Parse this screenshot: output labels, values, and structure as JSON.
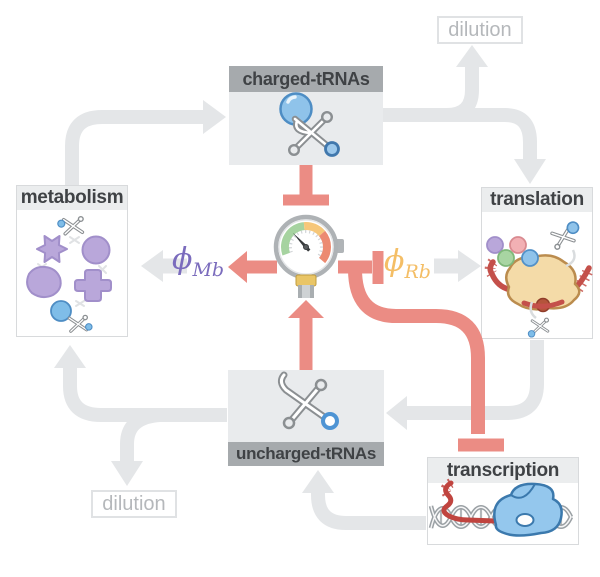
{
  "boxes": {
    "charged_trnas": {
      "label": "charged-tRNAs"
    },
    "metabolism": {
      "label": "metabolism"
    },
    "translation": {
      "label": "translation"
    },
    "uncharged_trnas": {
      "label": "uncharged-tRNAs"
    },
    "transcription": {
      "label": "transcription"
    }
  },
  "flow_labels": {
    "dilution_top": "dilution",
    "dilution_bottom": "dilution"
  },
  "flux_labels": {
    "phi_mb": {
      "symbol": "ϕ",
      "subscript": "Mb",
      "color": "#7b6cbd"
    },
    "phi_rb": {
      "symbol": "ϕ",
      "subscript": "Rb",
      "color": "#f4be66"
    }
  },
  "edges": [
    {
      "from": "metabolism",
      "to": "charged-tRNAs",
      "type": "flux"
    },
    {
      "from": "charged-tRNAs",
      "to": "dilution",
      "type": "flux"
    },
    {
      "from": "charged-tRNAs",
      "to": "translation",
      "type": "flux"
    },
    {
      "from": "translation",
      "to": "uncharged-tRNAs",
      "type": "flux"
    },
    {
      "from": "transcription",
      "to": "uncharged-tRNAs",
      "type": "flux"
    },
    {
      "from": "uncharged-tRNAs",
      "to": "metabolism",
      "type": "flux"
    },
    {
      "from": "uncharged-tRNAs",
      "to": "dilution",
      "type": "flux"
    },
    {
      "from": "charged-tRNAs",
      "to": "gauge",
      "type": "inhibition"
    },
    {
      "from": "uncharged-tRNAs",
      "to": "gauge",
      "type": "activation"
    },
    {
      "from": "gauge",
      "to": "phi_Mb",
      "type": "activation"
    },
    {
      "from": "gauge",
      "to": "phi_Rb",
      "type": "inhibition"
    },
    {
      "from": "gauge",
      "to": "transcription",
      "type": "inhibition"
    }
  ],
  "icons": {
    "gauge": "pressure-gauge-icon",
    "charged_trna": "charged-trna-icon",
    "uncharged_trna": "uncharged-trna-icon",
    "metabolism_cycle": "metabolism-cycle-icon",
    "ribosome": "ribosome-translation-icon",
    "rna_polymerase": "rna-polymerase-dna-icon"
  },
  "colors": {
    "flux_arrow_gray": "#e4e6e8",
    "regulation_red": "#eb8c84",
    "box_gray": "#e9ebed",
    "header_dark_gray": "#a6aaad",
    "header_light_gray": "#ebedee",
    "gauge_green": "#a6d3a0",
    "gauge_yellow": "#f6c77a",
    "gauge_orange": "#ec8a71"
  }
}
